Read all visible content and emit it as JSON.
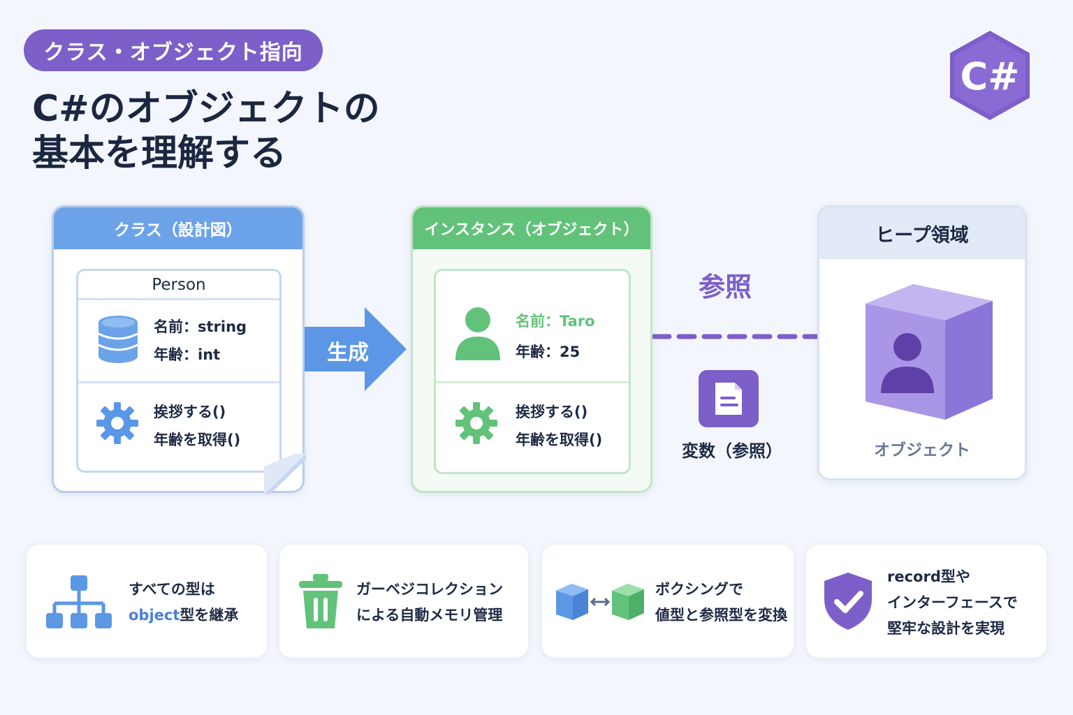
{
  "header": {
    "tag": "クラス・オブジェクト指向",
    "title_line1": "C#のオブジェクトの",
    "title_line2": "基本を理解する",
    "logo_text": "C#"
  },
  "class_panel": {
    "title": "クラス（設計図）",
    "class_name": "Person",
    "fields": [
      "名前：string",
      "年齢：int"
    ],
    "methods": [
      "挨拶する()",
      "年齢を取得()"
    ]
  },
  "arrow_generate": {
    "label": "生成"
  },
  "instance_panel": {
    "title": "インスタンス（オブジェクト）",
    "fields": [
      "名前：Taro",
      "年齢：25"
    ],
    "methods": [
      "挨拶する()",
      "年齢を取得()"
    ]
  },
  "reference": {
    "label": "参照",
    "variable_label": "変数（参照）"
  },
  "heap_panel": {
    "title": "ヒープ領域",
    "object_label": "オブジェクト"
  },
  "features": [
    {
      "line1": "すべての型は",
      "line2_accent": "object",
      "line2_rest": "型を継承"
    },
    {
      "line1": "ガーベジコレクション",
      "line2": "による自動メモリ管理"
    },
    {
      "line1": "ボクシングで",
      "line2": "値型と参照型を変換"
    },
    {
      "line1": "record型や",
      "line2": "インターフェースで",
      "line3": "堅牢な設計を実現"
    }
  ],
  "colors": {
    "purple": "#7c5fc9",
    "blue": "#6ca3e8",
    "green": "#62c27a",
    "text": "#1e2a44"
  }
}
